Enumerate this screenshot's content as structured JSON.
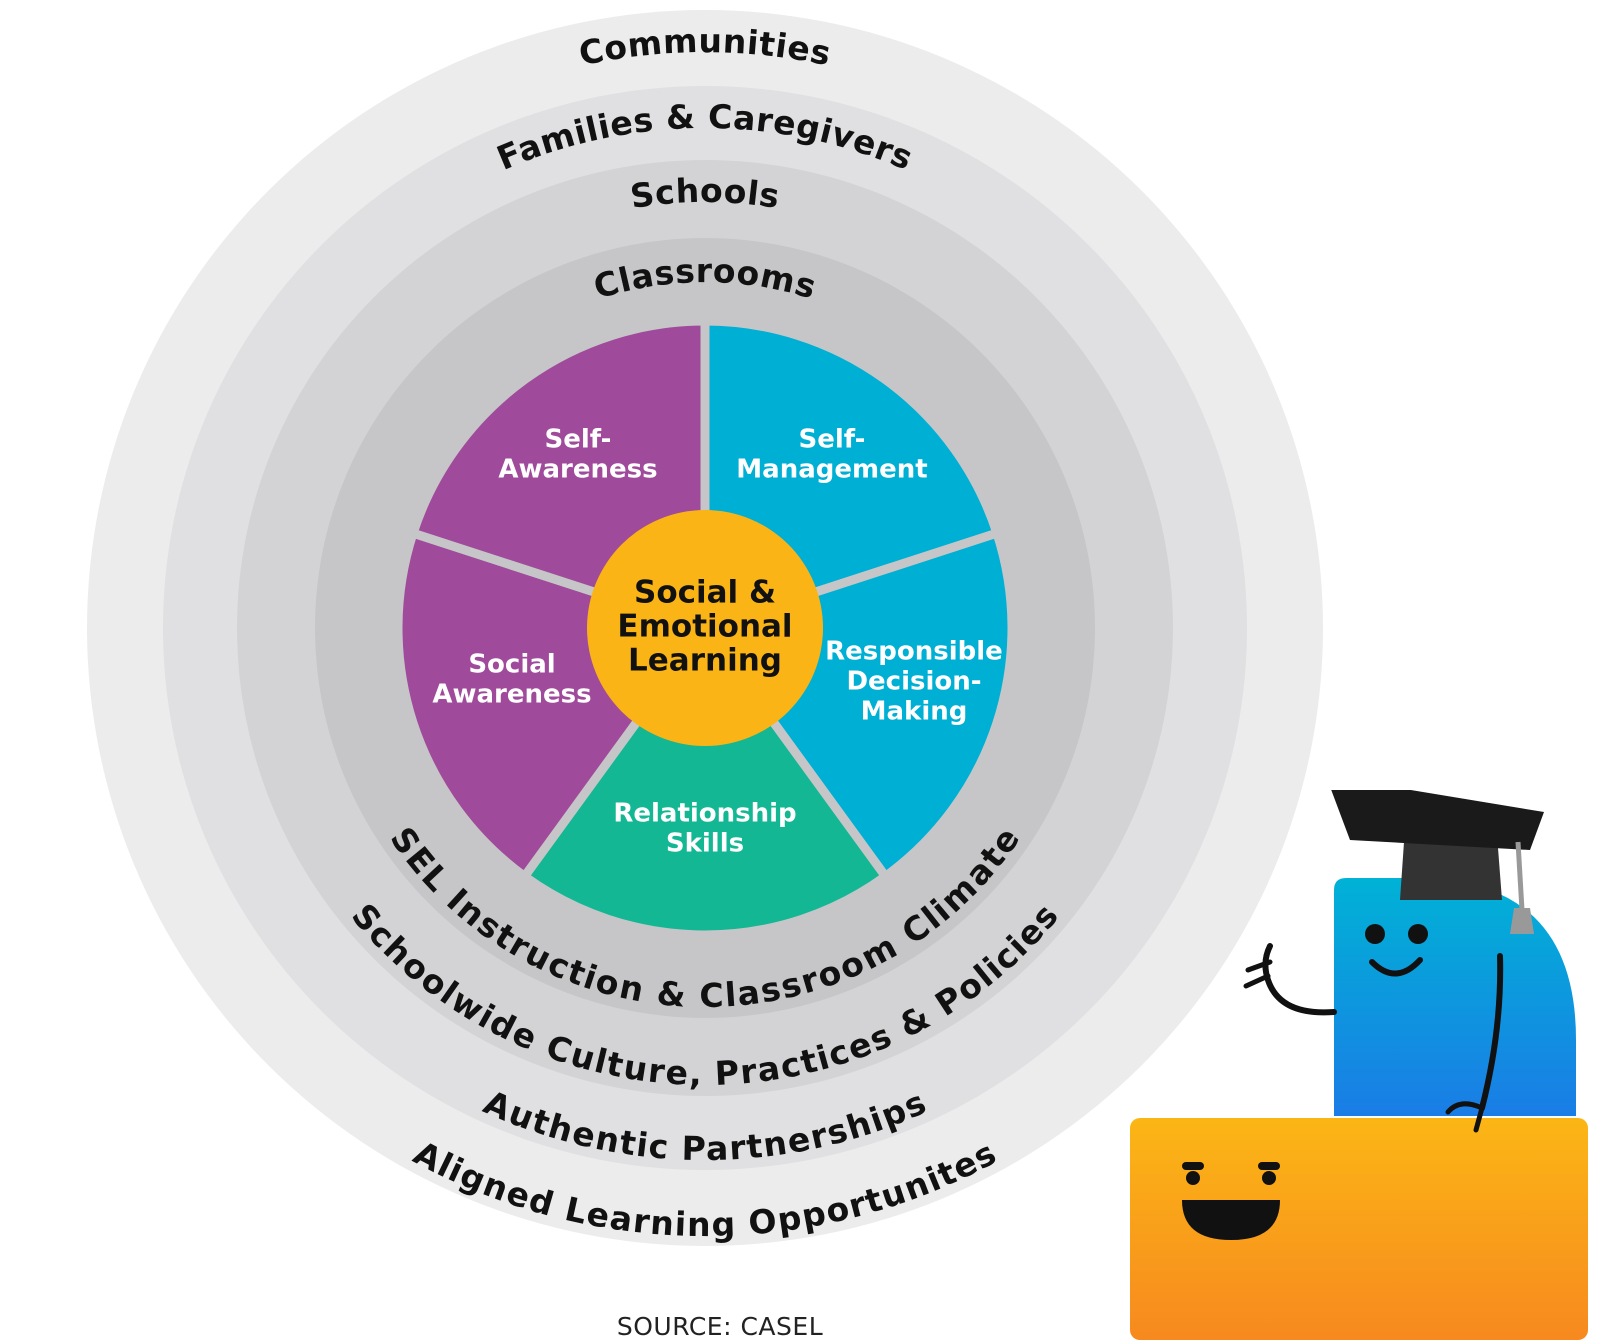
{
  "outer_rings": [
    {
      "top_label": "Communities",
      "bottom_label": "Aligned Learning Opportunites",
      "fill": "#ececed"
    },
    {
      "top_label": "Families & Caregivers",
      "bottom_label": "Authentic Partnerships",
      "fill": "#e0e0e2"
    },
    {
      "top_label": "Schools",
      "bottom_label": "Schoolwide Culture, Practices & Policies",
      "fill": "#d3d3d5"
    },
    {
      "top_label": "Classrooms",
      "bottom_label": "SEL Instruction & Classroom Climate",
      "fill": "#c6c6c8"
    }
  ],
  "competencies": [
    {
      "lines": [
        "Self-",
        "Awareness"
      ],
      "color": "#00afd4"
    },
    {
      "lines": [
        "Self-",
        "Management"
      ],
      "color": "#00afd4"
    },
    {
      "lines": [
        "Responsible",
        "Decision-",
        "Making"
      ],
      "color": "#14b794"
    },
    {
      "lines": [
        "Relationship",
        "Skills"
      ],
      "color": "#9f4a9b"
    },
    {
      "lines": [
        "Social",
        "Awareness"
      ],
      "color": "#9f4a9b"
    }
  ],
  "core": {
    "lines": [
      "Social &",
      "Emotional",
      "Learning"
    ],
    "color": "#fbb415"
  },
  "source": "SOURCE: CASEL"
}
